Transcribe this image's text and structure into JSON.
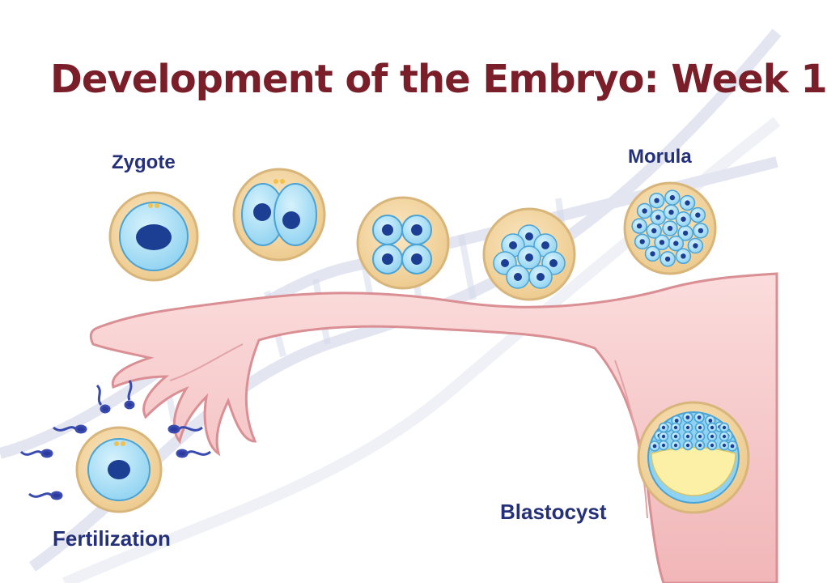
{
  "title": "Development of the Embryo: Week 1",
  "labels": {
    "zygote": "Zygote",
    "morula": "Morula",
    "fertilization": "Fertilization",
    "blastocyst": "Blastocyst"
  },
  "colors": {
    "title": "#7a1f2a",
    "label": "#24307a",
    "tube_fill": "#f6c9c9",
    "tube_stroke": "#d98f93",
    "zona": "#f4d9a6",
    "zona_rim": "#d8b57a",
    "cell": "#9fdcf6",
    "cell_rim": "#4aa3d6",
    "nucleus": "#1d3f93",
    "blastocoel": "#fbf0a6",
    "dna": "#c9cfe4"
  }
}
